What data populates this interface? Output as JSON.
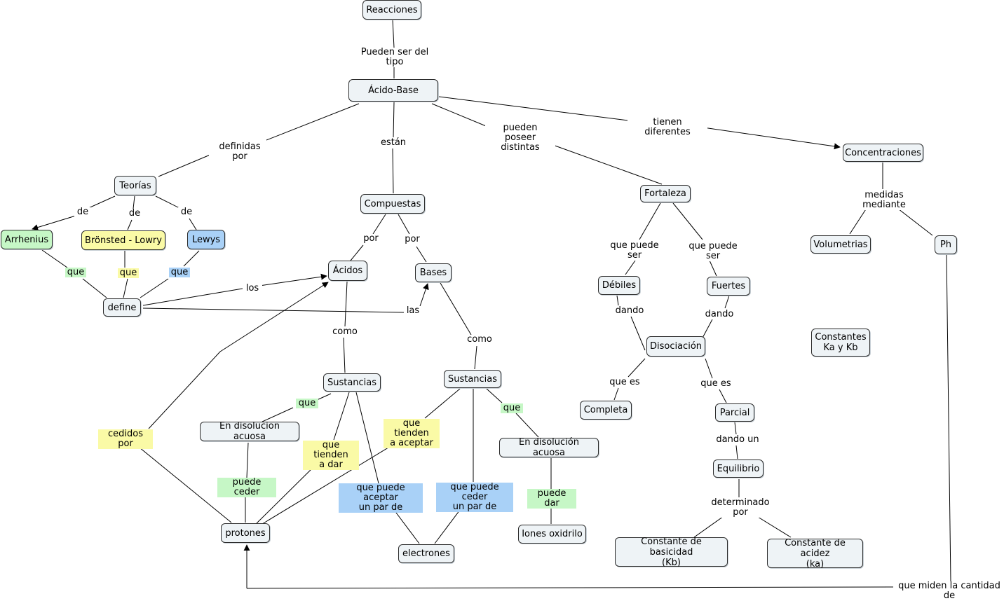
{
  "concept_map": {
    "nodes": {
      "reacciones": "Reacciones",
      "acido_base": "Ácido-Base",
      "teorias": "Teorías",
      "arrhenius": "Arrhenius",
      "bronsted": "Brönsted - Lowry",
      "lewys": "Lewys",
      "define": "define",
      "compuestas": "Compuestas",
      "acidos": "Ácidos",
      "bases": "Bases",
      "sustancias_acidos": "Sustancias",
      "sustancias_bases": "Sustancias",
      "disolucion_acuosa_1": "En disolucion acuosa",
      "disolucion_acuosa_2": "En disolución acuosa",
      "protones": "protones",
      "electrones": "electrones",
      "iones_oxidrilo": "Iones oxidrilo",
      "fortaleza": "Fortaleza",
      "debiles": "Débiles",
      "fuertes": "Fuertes",
      "disociacion": "Disociación",
      "completa": "Completa",
      "parcial": "Parcial",
      "equilibrio": "Equilibrio",
      "kb": "Constante de basicidad\n(Kb)",
      "ka": "Constante de acidez\n(ka)",
      "concentraciones": "Concentraciones",
      "volumetrias": "Volumetrias",
      "ph": "Ph",
      "constantes": "Constantes\nKa y Kb"
    },
    "links": {
      "pueden_ser": "Pueden ser del tipo",
      "definidas_por": "definidas por",
      "estan": "están",
      "pueden_poseer": "pueden poseer\ndistintas",
      "tienen_diferentes": "tienen diferentes",
      "de_1": "de",
      "de_2": "de",
      "de_3": "de",
      "que_1": "que",
      "que_2": "que",
      "que_3": "que",
      "los": "los",
      "las": "las",
      "por_1": "por",
      "por_2": "por",
      "como_1": "como",
      "como_2": "como",
      "que_green_1": "que",
      "que_green_2": "que",
      "que_tienden_dar": "que tienden\na dar",
      "que_tienden_aceptar": "que tienden\na aceptar",
      "puede_aceptar": "que puede aceptar\nun par de",
      "puede_ceder_par": "que puede ceder\nun par de",
      "puede_ceder": "puede ceder",
      "puede_dar": "puede dar",
      "cedidos_por": "cedidos por",
      "que_puede_ser_1": "que puede\nser",
      "que_puede_ser_2": "que puede\nser",
      "dando_1": "dando",
      "dando_2": "dando",
      "que_es_1": "que es",
      "que_es_2": "que es",
      "dando_un": "dando un",
      "determinado_por": "determinado por",
      "medidas_mediante": "medidas mediante",
      "que_miden": "que miden la cantidad de"
    },
    "colors": {
      "node_fill": "#eef3f6",
      "green": "#c6f7c6",
      "yellow": "#fafaa6",
      "blue": "#a9d1f7",
      "line": "#000000"
    }
  }
}
